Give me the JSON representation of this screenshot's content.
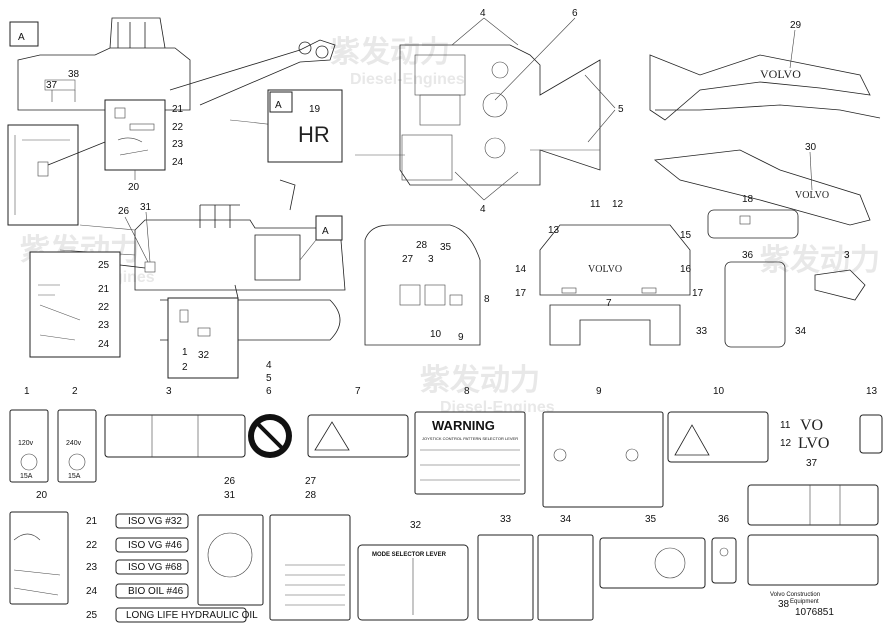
{
  "callouts": {
    "a_left": "A",
    "a_mid": "A",
    "a_box": "A",
    "n1": "1",
    "n2": "2",
    "n3": "3",
    "n4": "4",
    "n5": "5",
    "n6": "6",
    "n7": "7",
    "n8": "8",
    "n9": "9",
    "n10": "10",
    "n11": "11",
    "n12": "12",
    "n13": "13",
    "n14": "14",
    "n15": "15",
    "n16": "16",
    "n17": "17",
    "n18": "18",
    "n19": "19",
    "n20": "20",
    "n21": "21",
    "n22": "22",
    "n23": "23",
    "n24": "24",
    "n25": "25",
    "n26": "26",
    "n27": "27",
    "n28": "28",
    "n29": "29",
    "n30": "30",
    "n31": "31",
    "n32": "32",
    "n33": "33",
    "n34": "34",
    "n35": "35",
    "n36": "36",
    "n37": "37",
    "n38": "38"
  },
  "decals": {
    "hr": "HR",
    "volvo": "VOLVO",
    "vo_letters": "VO",
    "lvo_letters": "LVO",
    "voltage_120": "120v",
    "voltage_240": "240v",
    "amp_1": "15A",
    "amp_2": "15A",
    "warning_title": "WARNING",
    "warning_sub": "JOYSTICK CONTROL PATTERN SELECTOR LEVER",
    "mode_selector": "MODE SELECTOR LEVER",
    "oil_21": "ISO VG #32",
    "oil_22": "ISO VG #46",
    "oil_23": "ISO VG #68",
    "oil_24": "BIO OIL #46",
    "oil_25": "LONG LIFE HYDRAULIC OIL"
  },
  "footer": {
    "company": "Volvo Construction",
    "company2": "Equipment",
    "part_no": "1076851"
  },
  "watermark": {
    "chinese": "紫发动力",
    "english": "Diesel-Engines"
  }
}
